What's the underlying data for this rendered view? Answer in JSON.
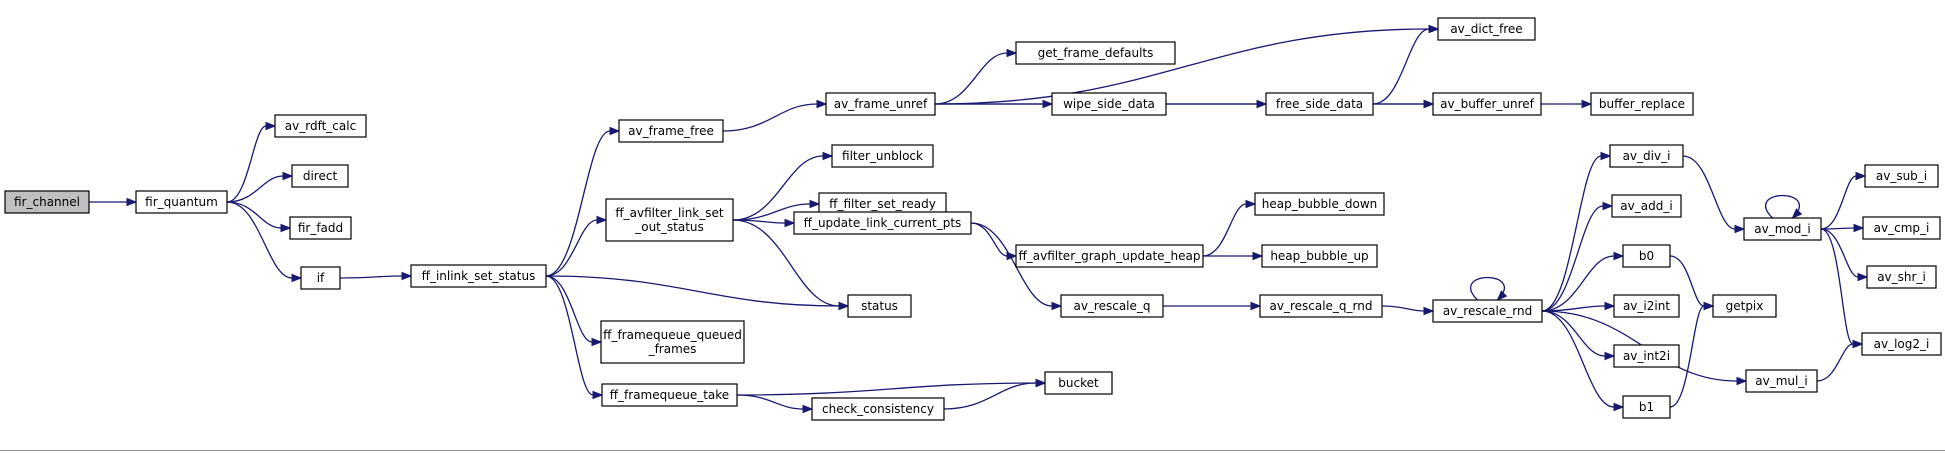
{
  "nodes": [
    {
      "id": "fir_channel",
      "label": "fir_channel",
      "root": true
    },
    {
      "id": "fir_quantum",
      "label": "fir_quantum"
    },
    {
      "id": "av_rdft_calc",
      "label": "av_rdft_calc"
    },
    {
      "id": "direct",
      "label": "direct"
    },
    {
      "id": "fir_fadd",
      "label": "fir_fadd"
    },
    {
      "id": "if",
      "label": "if"
    },
    {
      "id": "ff_inlink_set_status",
      "label": "ff_inlink_set_status"
    },
    {
      "id": "av_frame_free",
      "label": "av_frame_free"
    },
    {
      "id": "ff_avfilter_link_set_out_status",
      "label": "ff_avfilter_link_set\n_out_status"
    },
    {
      "id": "status",
      "label": "status"
    },
    {
      "id": "ff_framequeue_queued_frames",
      "label": "ff_framequeue_queued\n_frames"
    },
    {
      "id": "ff_framequeue_take",
      "label": "ff_framequeue_take"
    },
    {
      "id": "av_frame_unref",
      "label": "av_frame_unref"
    },
    {
      "id": "filter_unblock",
      "label": "filter_unblock"
    },
    {
      "id": "ff_filter_set_ready",
      "label": "ff_filter_set_ready"
    },
    {
      "id": "ff_update_link_current_pts",
      "label": "ff_update_link_current_pts"
    },
    {
      "id": "check_consistency",
      "label": "check_consistency"
    },
    {
      "id": "bucket",
      "label": "bucket"
    },
    {
      "id": "get_frame_defaults",
      "label": "get_frame_defaults"
    },
    {
      "id": "wipe_side_data",
      "label": "wipe_side_data"
    },
    {
      "id": "ff_avfilter_graph_update_heap",
      "label": "ff_avfilter_graph_update_heap"
    },
    {
      "id": "av_rescale_q",
      "label": "av_rescale_q"
    },
    {
      "id": "free_side_data",
      "label": "free_side_data"
    },
    {
      "id": "heap_bubble_down",
      "label": "heap_bubble_down"
    },
    {
      "id": "heap_bubble_up",
      "label": "heap_bubble_up"
    },
    {
      "id": "av_rescale_q_rnd",
      "label": "av_rescale_q_rnd"
    },
    {
      "id": "av_dict_free",
      "label": "av_dict_free"
    },
    {
      "id": "av_buffer_unref",
      "label": "av_buffer_unref"
    },
    {
      "id": "av_rescale_rnd",
      "label": "av_rescale_rnd"
    },
    {
      "id": "buffer_replace",
      "label": "buffer_replace"
    },
    {
      "id": "av_div_i",
      "label": "av_div_i"
    },
    {
      "id": "av_add_i",
      "label": "av_add_i"
    },
    {
      "id": "b0",
      "label": "b0"
    },
    {
      "id": "av_i2int",
      "label": "av_i2int"
    },
    {
      "id": "av_int2i",
      "label": "av_int2i"
    },
    {
      "id": "b1",
      "label": "b1"
    },
    {
      "id": "getpix",
      "label": "getpix"
    },
    {
      "id": "av_mul_i",
      "label": "av_mul_i"
    },
    {
      "id": "av_mod_i",
      "label": "av_mod_i"
    },
    {
      "id": "av_sub_i",
      "label": "av_sub_i"
    },
    {
      "id": "av_cmp_i",
      "label": "av_cmp_i"
    },
    {
      "id": "av_shr_i",
      "label": "av_shr_i"
    },
    {
      "id": "av_log2_i",
      "label": "av_log2_i"
    }
  ],
  "edges": [
    [
      "fir_channel",
      "fir_quantum"
    ],
    [
      "fir_quantum",
      "av_rdft_calc"
    ],
    [
      "fir_quantum",
      "direct"
    ],
    [
      "fir_quantum",
      "fir_fadd"
    ],
    [
      "fir_quantum",
      "if"
    ],
    [
      "if",
      "ff_inlink_set_status"
    ],
    [
      "ff_inlink_set_status",
      "av_frame_free"
    ],
    [
      "ff_inlink_set_status",
      "ff_avfilter_link_set_out_status"
    ],
    [
      "ff_inlink_set_status",
      "status"
    ],
    [
      "ff_inlink_set_status",
      "ff_framequeue_queued_frames"
    ],
    [
      "ff_inlink_set_status",
      "ff_framequeue_take"
    ],
    [
      "av_frame_free",
      "av_frame_unref"
    ],
    [
      "av_frame_unref",
      "av_dict_free"
    ],
    [
      "av_frame_unref",
      "get_frame_defaults"
    ],
    [
      "av_frame_unref",
      "wipe_side_data"
    ],
    [
      "av_frame_unref",
      "av_buffer_unref"
    ],
    [
      "wipe_side_data",
      "free_side_data"
    ],
    [
      "free_side_data",
      "av_dict_free"
    ],
    [
      "free_side_data",
      "av_buffer_unref"
    ],
    [
      "av_buffer_unref",
      "buffer_replace"
    ],
    [
      "ff_avfilter_link_set_out_status",
      "filter_unblock"
    ],
    [
      "ff_avfilter_link_set_out_status",
      "ff_filter_set_ready"
    ],
    [
      "ff_avfilter_link_set_out_status",
      "ff_update_link_current_pts"
    ],
    [
      "ff_avfilter_link_set_out_status",
      "status"
    ],
    [
      "ff_update_link_current_pts",
      "ff_avfilter_graph_update_heap"
    ],
    [
      "ff_update_link_current_pts",
      "av_rescale_q"
    ],
    [
      "ff_avfilter_graph_update_heap",
      "heap_bubble_down"
    ],
    [
      "ff_avfilter_graph_update_heap",
      "heap_bubble_up"
    ],
    [
      "av_rescale_q",
      "av_rescale_q_rnd"
    ],
    [
      "av_rescale_q_rnd",
      "av_rescale_rnd"
    ],
    [
      "av_rescale_rnd",
      "av_rescale_rnd"
    ],
    [
      "av_rescale_rnd",
      "av_div_i"
    ],
    [
      "av_rescale_rnd",
      "av_add_i"
    ],
    [
      "av_rescale_rnd",
      "b0"
    ],
    [
      "av_rescale_rnd",
      "av_i2int"
    ],
    [
      "av_rescale_rnd",
      "av_int2i"
    ],
    [
      "av_rescale_rnd",
      "b1"
    ],
    [
      "av_rescale_rnd",
      "av_mul_i"
    ],
    [
      "av_div_i",
      "av_mod_i"
    ],
    [
      "av_mod_i",
      "av_mod_i"
    ],
    [
      "av_mod_i",
      "av_sub_i"
    ],
    [
      "av_mod_i",
      "av_cmp_i"
    ],
    [
      "av_mod_i",
      "av_shr_i"
    ],
    [
      "av_mod_i",
      "av_log2_i"
    ],
    [
      "av_mul_i",
      "av_log2_i"
    ],
    [
      "b0",
      "getpix"
    ],
    [
      "b1",
      "getpix"
    ],
    [
      "ff_framequeue_take",
      "bucket"
    ],
    [
      "ff_framequeue_take",
      "check_consistency"
    ],
    [
      "check_consistency",
      "bucket"
    ]
  ],
  "colors": {
    "edge": "#191970",
    "root_fill": "#bfbfbf",
    "node_fill": "#ffffff",
    "node_stroke": "#000000"
  }
}
